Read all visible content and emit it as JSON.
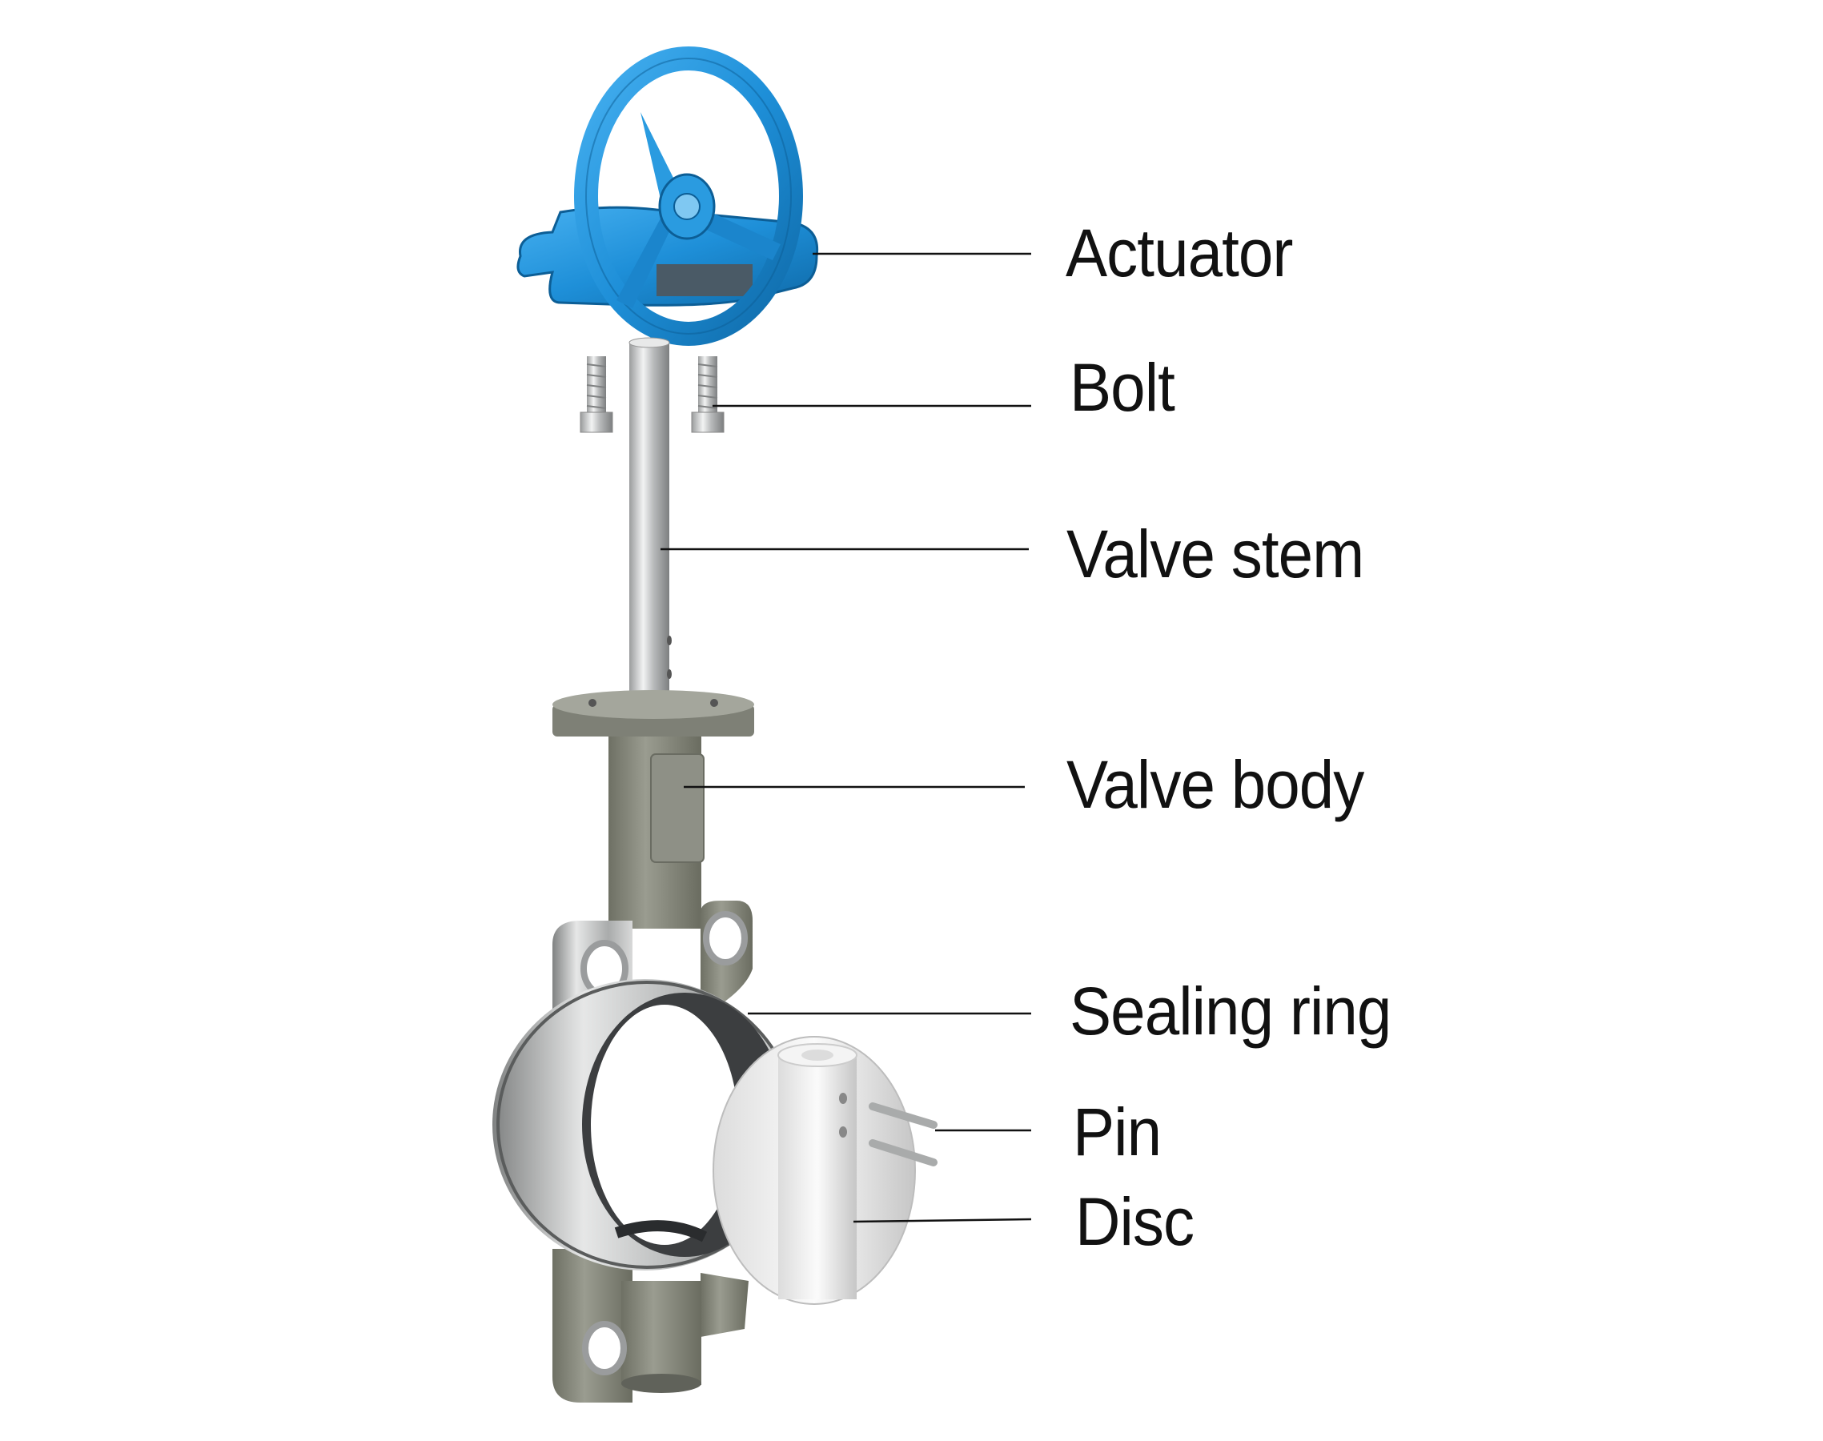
{
  "diagram": {
    "type": "exploded-view",
    "labels": [
      {
        "id": "actuator",
        "text": "Actuator"
      },
      {
        "id": "bolt",
        "text": "Bolt"
      },
      {
        "id": "valve-stem",
        "text": "Valve stem"
      },
      {
        "id": "valve-body",
        "text": "Valve body"
      },
      {
        "id": "sealing-ring",
        "text": "Sealing ring"
      },
      {
        "id": "pin",
        "text": "Pin"
      },
      {
        "id": "disc",
        "text": "Disc"
      }
    ],
    "colors": {
      "actuator": "#1e8fd8",
      "body": "#8a8c80",
      "steel": "#c8cacb",
      "seal": "#3c3e40",
      "disc": "#eeeeee",
      "leader_line": "#111111",
      "text": "#111111"
    }
  }
}
